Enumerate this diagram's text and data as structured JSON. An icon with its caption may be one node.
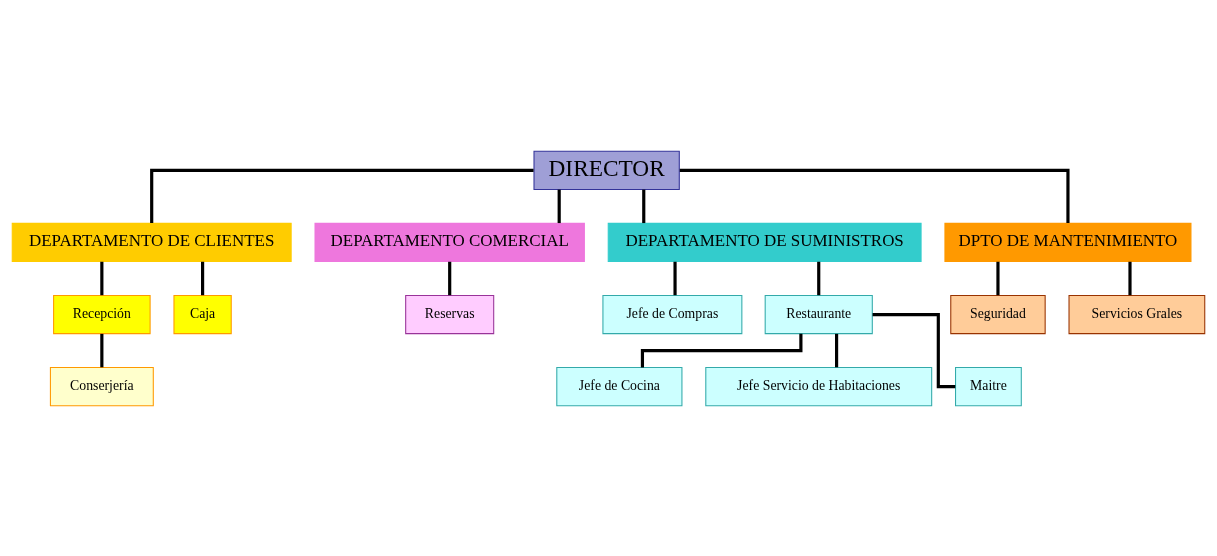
{
  "diagram": {
    "nodes": [
      {
        "text": [
          "DIRECTOR"
        ]
      },
      {
        "text": [
          "DEPARTAMENTO DE CLIENTES"
        ]
      },
      {
        "text": [
          "DEPARTAMENTO COMERCIAL"
        ]
      },
      {
        "text": [
          "DEPARTAMENTO DE SUMINISTROS"
        ]
      },
      {
        "text": [
          "DPTO DE MANTENIMIENTO"
        ]
      },
      {
        "text": [
          "Recepción"
        ]
      },
      {
        "text": [
          "Caja"
        ]
      },
      {
        "text": [
          "Conserjería"
        ]
      },
      {
        "text": [
          "Reservas"
        ]
      },
      {
        "text": [
          "Jefe de Compras"
        ]
      },
      {
        "text": [
          "Restaurante"
        ]
      },
      {
        "text": [
          "Jefe de Cocina"
        ]
      },
      {
        "text": [
          "Jefe Servicio de Habitaciones"
        ]
      },
      {
        "text": [
          "Maitre"
        ]
      },
      {
        "text": [
          "Seguridad"
        ]
      },
      {
        "text": [
          "Servicios Grales"
        ]
      }
    ],
    "edges": [
      {
        "from": 0,
        "to": 1,
        "arrow": "none"
      },
      {
        "from": 0,
        "to": 2,
        "arrow": "none"
      },
      {
        "from": 0,
        "to": 3,
        "arrow": "none"
      },
      {
        "from": 0,
        "to": 4,
        "arrow": "none"
      },
      {
        "from": 1,
        "to": 5,
        "arrow": "none"
      },
      {
        "from": 1,
        "to": 6,
        "arrow": "none"
      },
      {
        "from": 5,
        "to": 7,
        "arrow": "none"
      },
      {
        "from": 2,
        "to": 8,
        "arrow": "none"
      },
      {
        "from": 3,
        "to": 9,
        "arrow": "none"
      },
      {
        "from": 3,
        "to": 10,
        "arrow": "none"
      },
      {
        "from": 10,
        "to": 11,
        "arrow": "none"
      },
      {
        "from": 10,
        "to": 12,
        "arrow": "none"
      },
      {
        "from": 10,
        "to": 13,
        "arrow": "none"
      },
      {
        "from": 4,
        "to": 14,
        "arrow": "none"
      },
      {
        "from": 4,
        "to": 15,
        "arrow": "none"
      }
    ]
  }
}
